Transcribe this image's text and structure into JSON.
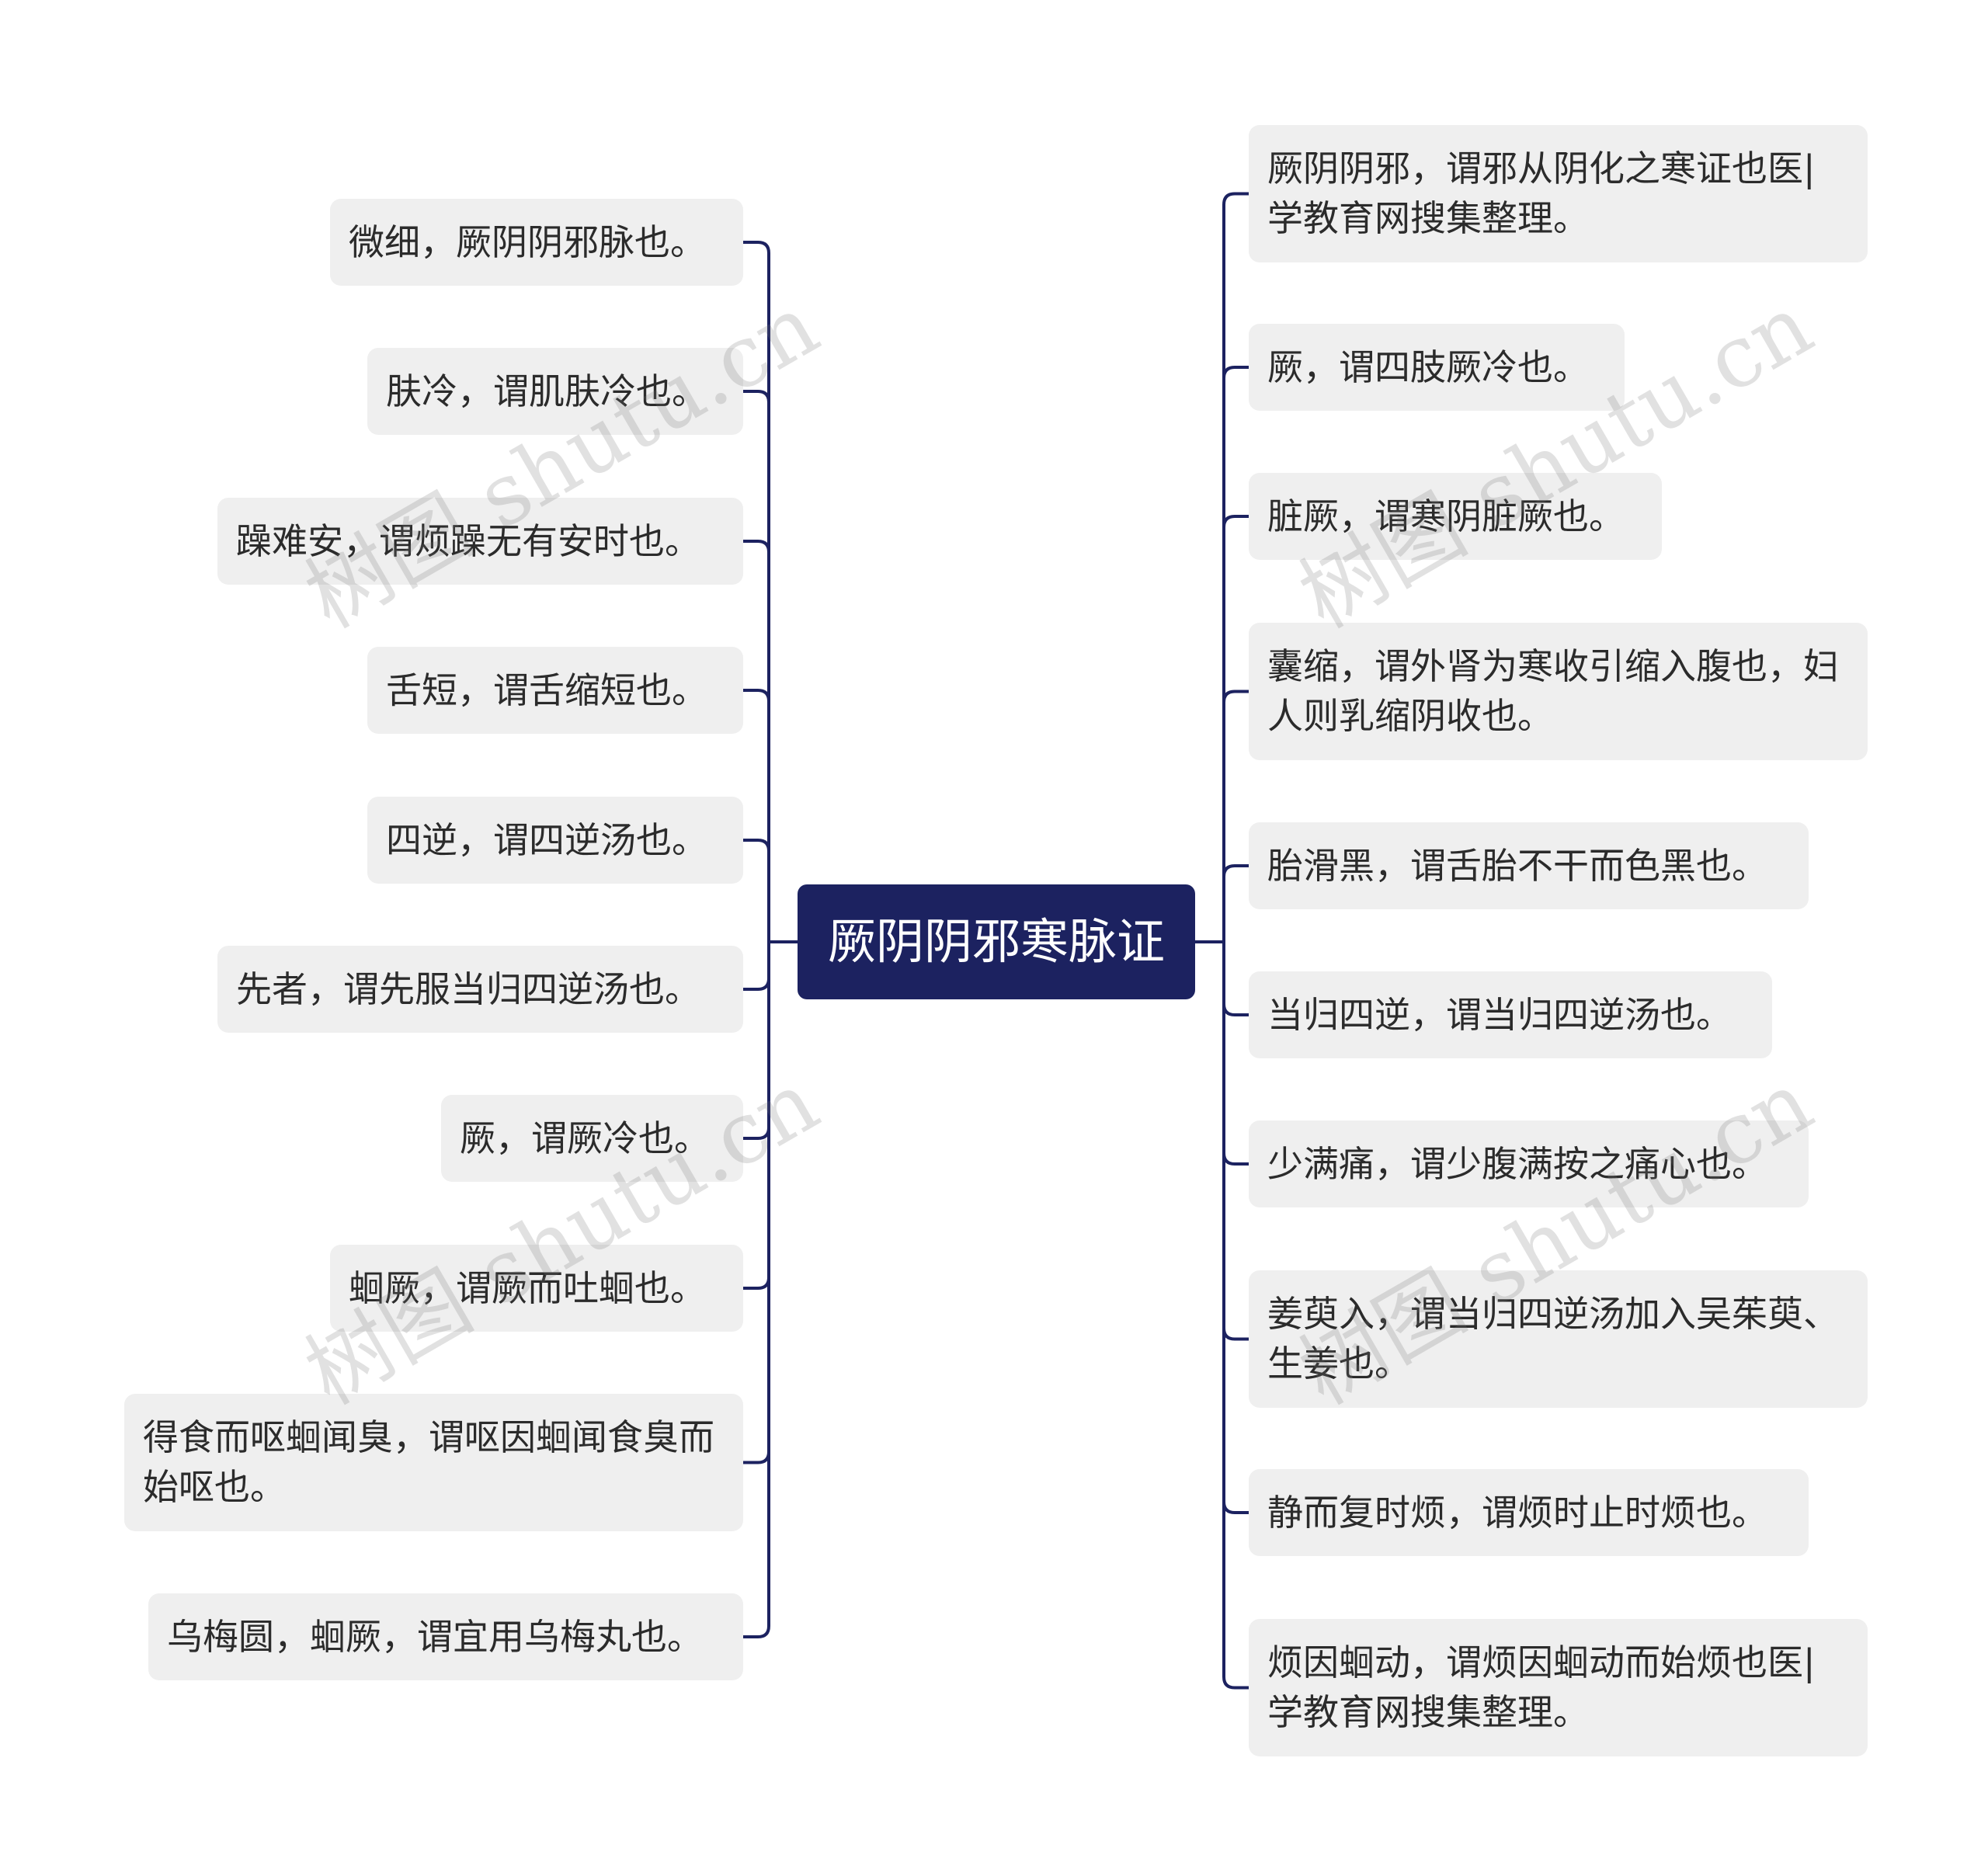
{
  "root": {
    "label": "厥阴阴邪寒脉证"
  },
  "left_nodes": [
    "微细，厥阴阴邪脉也。",
    "肤冷，谓肌肤冷也。",
    "躁难安，谓烦躁无有安时也。",
    "舌短，谓舌缩短也。",
    "四逆，谓四逆汤也。",
    "先者，谓先服当归四逆汤也。",
    "厥，谓厥冷也。",
    "蛔厥，谓厥而吐蛔也。",
    "得食而呕蛔闻臭，谓呕因蛔闻食臭而始呕也。",
    "乌梅圆，蛔厥，谓宜用乌梅丸也。"
  ],
  "right_nodes": [
    "厥阴阴邪，谓邪从阴化之寒证也医|学教育网搜集整理。",
    "厥，谓四肢厥冷也。",
    "脏厥，谓寒阴脏厥也。",
    "囊缩，谓外肾为寒收引缩入腹也，妇人则乳缩阴收也。",
    "胎滑黑，谓舌胎不干而色黑也。",
    "当归四逆，谓当归四逆汤也。",
    "少满痛，谓少腹满按之痛心也。",
    "姜萸入，谓当归四逆汤加入吴茱萸、生姜也。",
    "静而复时烦，谓烦时止时烦也。",
    "烦因蛔动，谓烦因蛔动而始烦也医|学教育网搜集整理。"
  ],
  "watermark": {
    "text": "树图 shutu.cn"
  },
  "colors": {
    "root_bg": "#1c2260",
    "node_bg": "#efefef",
    "line": "#1c2260"
  }
}
